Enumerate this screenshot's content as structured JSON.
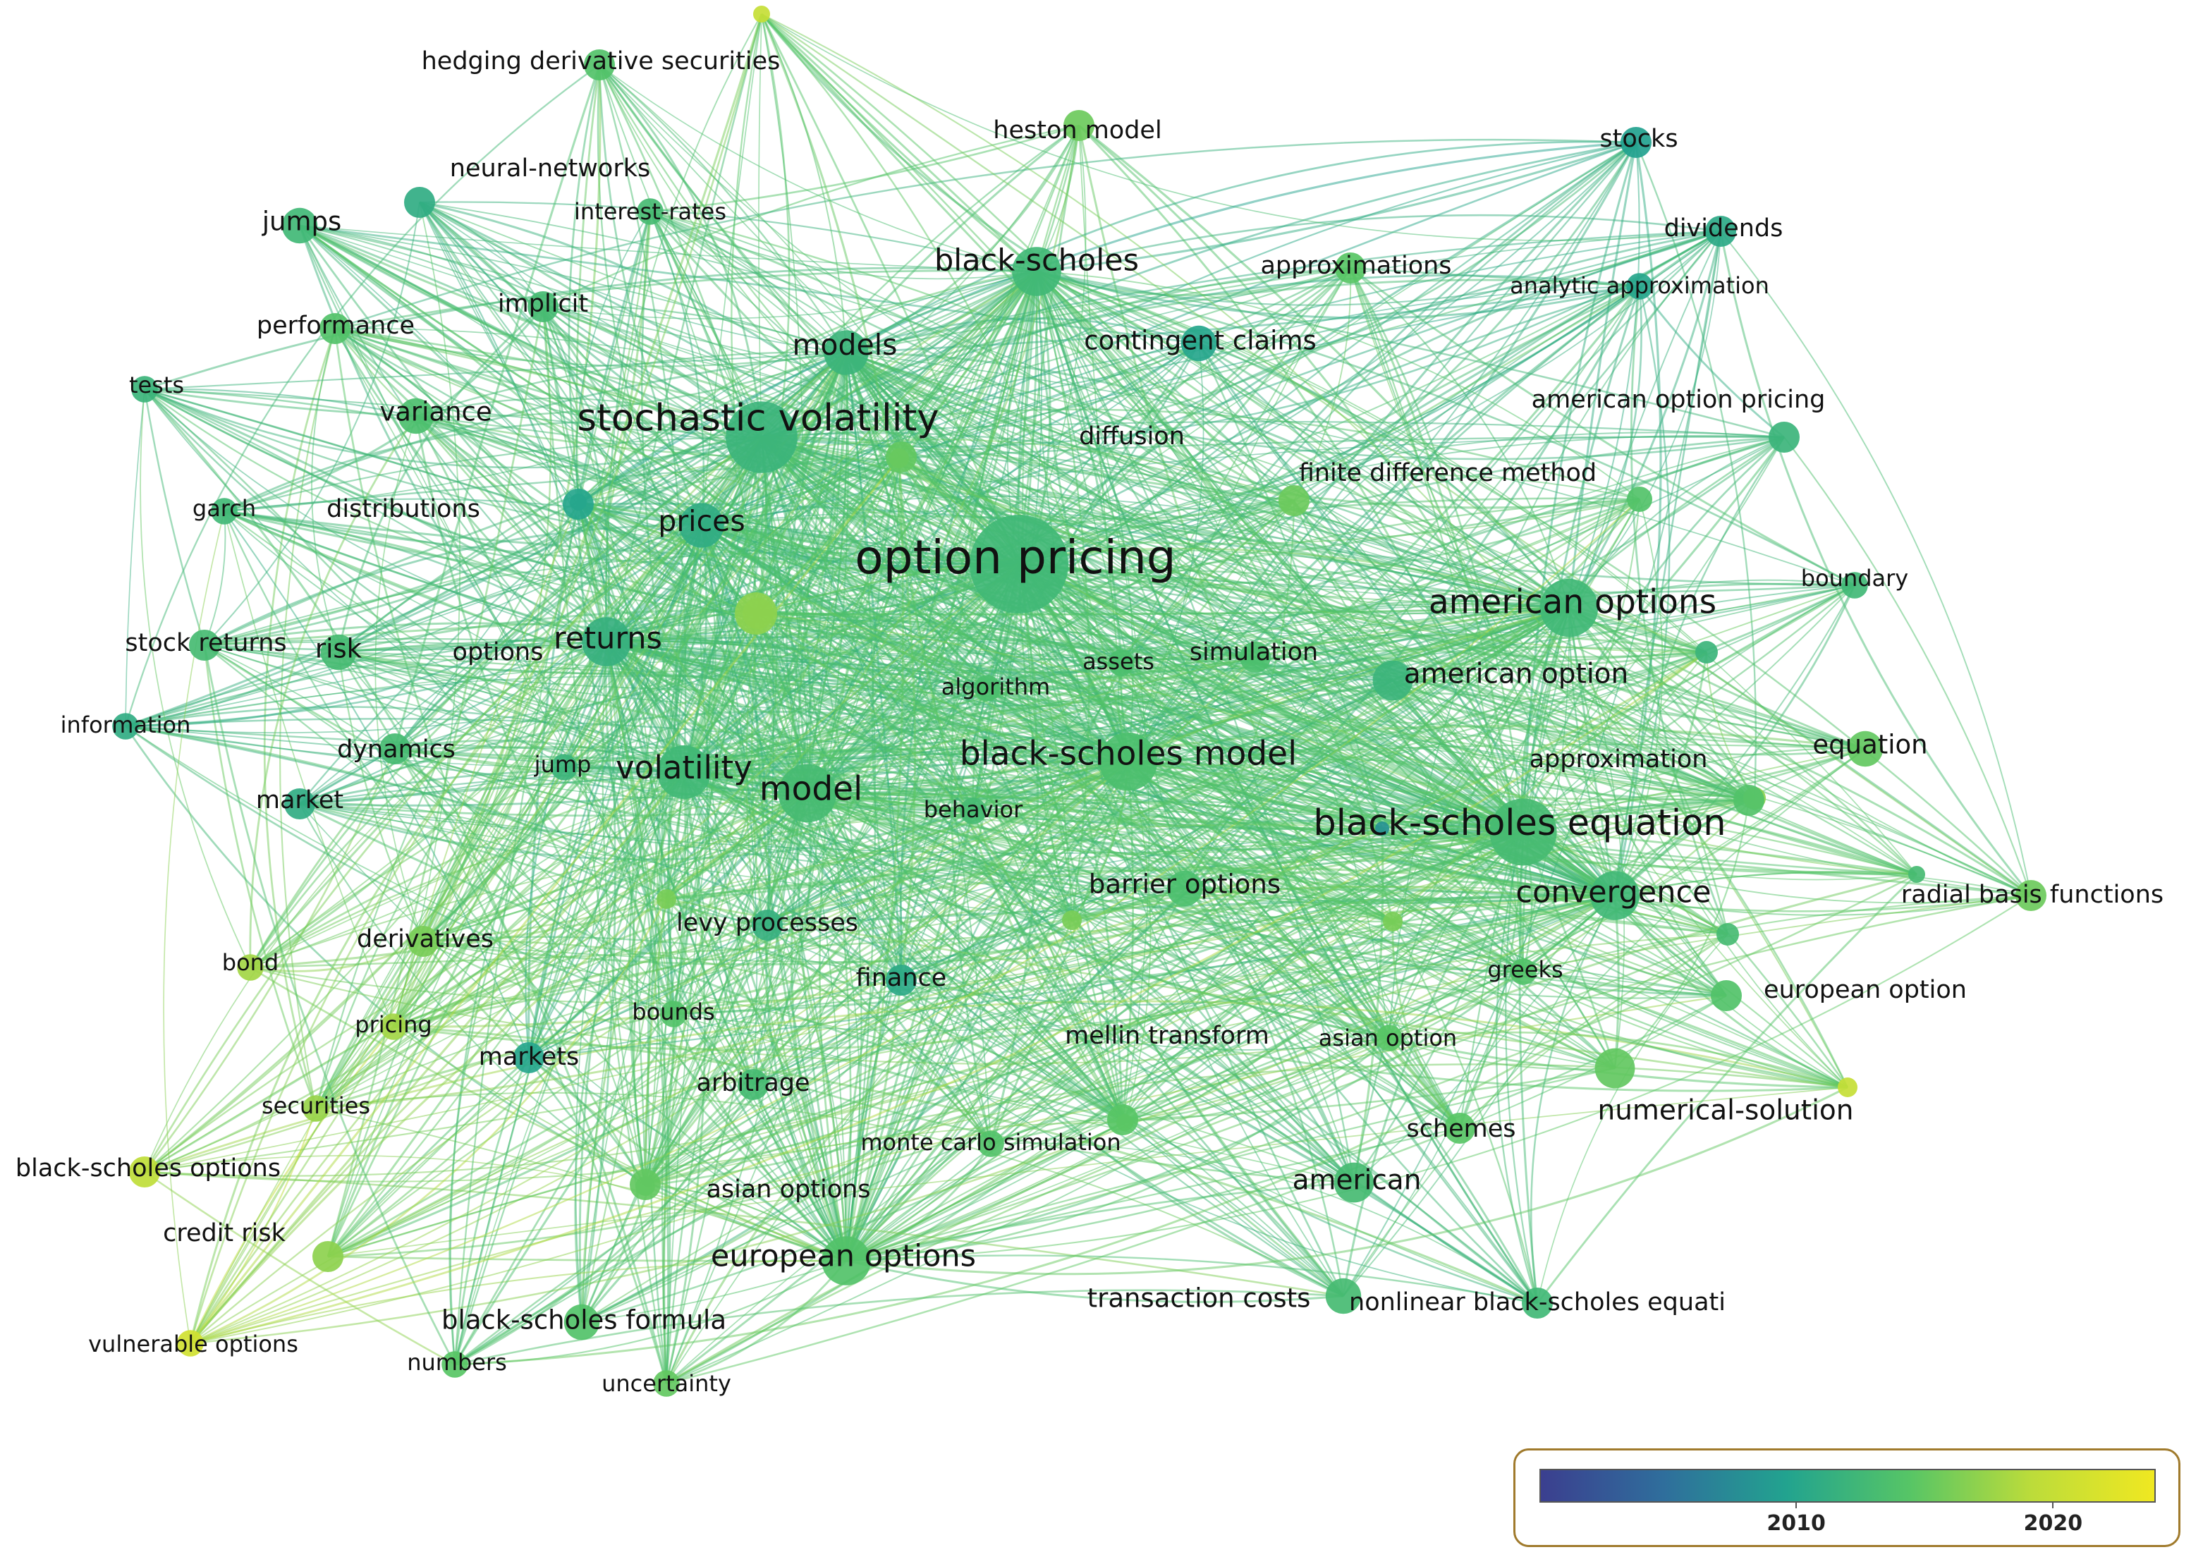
{
  "colorscale": {
    "stops": [
      "#3b3f8f",
      "#2f6e9c",
      "#22a38f",
      "#56c566",
      "#bcdc3a",
      "#f0e821"
    ],
    "tick_labels": [
      "2010",
      "2020"
    ],
    "tick_values": [
      2010,
      2020
    ],
    "range": [
      2000,
      2024
    ]
  },
  "nodes": [
    {
      "id": "option pricing",
      "label": "option pricing",
      "weight": 10,
      "year": 2012.5
    },
    {
      "id": "stochastic volatility",
      "label": "stochastic volatility",
      "weight": 7,
      "year": 2012.0
    },
    {
      "id": "black-scholes equation",
      "label": "black-scholes equation",
      "weight": 6.5,
      "year": 2013.0
    },
    {
      "id": "american options",
      "label": "american options",
      "weight": 5.5,
      "year": 2012.5
    },
    {
      "id": "black-scholes model",
      "label": "black-scholes model",
      "weight": 5.5,
      "year": 2013.5
    },
    {
      "id": "model",
      "label": "model",
      "weight": 5.5,
      "year": 2013.0
    },
    {
      "id": "volatility",
      "label": "volatility",
      "weight": 5,
      "year": 2012.5
    },
    {
      "id": "returns",
      "label": "returns",
      "weight": 4.5,
      "year": 2011.5
    },
    {
      "id": "black-scholes",
      "label": "black-scholes",
      "weight": 4.5,
      "year": 2012.5
    },
    {
      "id": "european options",
      "label": "european options",
      "weight": 4.5,
      "year": 2014.0
    },
    {
      "id": "convergence",
      "label": "convergence",
      "weight": 4.5,
      "year": 2012.5
    },
    {
      "id": "models",
      "label": "models",
      "weight": 4,
      "year": 2012.0
    },
    {
      "id": "prices",
      "label": "prices",
      "weight": 4,
      "year": 2011.0
    },
    {
      "id": "american option",
      "label": "american option",
      "weight": 3.5,
      "year": 2012.0
    },
    {
      "id": "american",
      "label": "american",
      "weight": 3.5,
      "year": 2013.0
    },
    {
      "id": "numerical-solution",
      "label": "numerical-solution",
      "weight": 3.5,
      "year": 2015.0
    },
    {
      "id": "hedging derivative securities",
      "label": "hedging derivative securities",
      "weight": 2.5,
      "year": 2014.0
    },
    {
      "id": "heston model",
      "label": "heston model",
      "weight": 2.5,
      "year": 2015.5
    },
    {
      "id": "stocks",
      "label": "stocks",
      "weight": 2.5,
      "year": 2009.5
    },
    {
      "id": "neural-networks",
      "label": "neural-networks",
      "weight": 2.5,
      "year": 2011.0
    },
    {
      "id": "interest-rates",
      "label": "interest-rates",
      "weight": 2,
      "year": 2013.0
    },
    {
      "id": "jumps",
      "label": "jumps",
      "weight": 3,
      "year": 2012.5
    },
    {
      "id": "dividends",
      "label": "dividends",
      "weight": 2.5,
      "year": 2010.5
    },
    {
      "id": "approximations",
      "label": "approximations",
      "weight": 2.5,
      "year": 2014.5
    },
    {
      "id": "analytic approximation",
      "label": "analytic approximation",
      "weight": 2,
      "year": 2010.0
    },
    {
      "id": "implicit",
      "label": "implicit",
      "weight": 2.5,
      "year": 2013.0
    },
    {
      "id": "performance",
      "label": "performance",
      "weight": 2.5,
      "year": 2014.0
    },
    {
      "id": "contingent claims",
      "label": "contingent claims",
      "weight": 3,
      "year": 2010.0
    },
    {
      "id": "tests",
      "label": "tests",
      "weight": 2,
      "year": 2012.0
    },
    {
      "id": "variance",
      "label": "variance",
      "weight": 3,
      "year": 2013.5
    },
    {
      "id": "american option pricing",
      "label": "american option pricing",
      "weight": 2.5,
      "year": 2012.0
    },
    {
      "id": "diffusion",
      "label": "diffusion",
      "weight": 2.5,
      "year": 2015.0
    },
    {
      "id": "finite difference method",
      "label": "finite difference method",
      "weight": 2.5,
      "year": 2015.5
    },
    {
      "id": "garch",
      "label": "garch",
      "weight": 2,
      "year": 2012.5
    },
    {
      "id": "distributions",
      "label": "distributions",
      "weight": 2.5,
      "year": 2010.0
    },
    {
      "id": "boundary",
      "label": "boundary",
      "weight": 2,
      "year": 2012.5
    },
    {
      "id": "stock returns",
      "label": "stock returns",
      "weight": 2.5,
      "year": 2013.0
    },
    {
      "id": "risk",
      "label": "risk",
      "weight": 3,
      "year": 2013.0
    },
    {
      "id": "options",
      "label": "options",
      "weight": 2.5,
      "year": 2016.5
    },
    {
      "id": "simulation",
      "label": "simulation",
      "weight": 2.5,
      "year": 2013.5
    },
    {
      "id": "assets",
      "label": "assets",
      "weight": 2,
      "year": 2013.5
    },
    {
      "id": "algorithm",
      "label": "algorithm",
      "weight": 2,
      "year": 2013.5
    },
    {
      "id": "information",
      "label": "information",
      "weight": 2,
      "year": 2011.0
    },
    {
      "id": "dynamics",
      "label": "dynamics",
      "weight": 2.5,
      "year": 2013.0
    },
    {
      "id": "equation",
      "label": "equation",
      "weight": 3,
      "year": 2015.0
    },
    {
      "id": "jump",
      "label": "jump",
      "weight": 2,
      "year": 2012.0
    },
    {
      "id": "approximation",
      "label": "approximation",
      "weight": 2.5,
      "year": 2014.0
    },
    {
      "id": "market",
      "label": "market",
      "weight": 2.5,
      "year": 2011.0
    },
    {
      "id": "behavior",
      "label": "behavior",
      "weight": 2,
      "year": 2013.0
    },
    {
      "id": "barrier options",
      "label": "barrier options",
      "weight": 3,
      "year": 2013.5
    },
    {
      "id": "radial basis functions",
      "label": "radial basis functions",
      "weight": 2.5,
      "year": 2015.5
    },
    {
      "id": "derivatives",
      "label": "derivatives",
      "weight": 2.5,
      "year": 2016.0
    },
    {
      "id": "levy processes",
      "label": "levy processes",
      "weight": 2.5,
      "year": 2011.5
    },
    {
      "id": "bond",
      "label": "bond",
      "weight": 2,
      "year": 2018.0
    },
    {
      "id": "finance",
      "label": "finance",
      "weight": 2.5,
      "year": 2010.5
    },
    {
      "id": "greeks",
      "label": "greeks",
      "weight": 2,
      "year": 2014.0
    },
    {
      "id": "european option",
      "label": "european option",
      "weight": 2.5,
      "year": 2014.0
    },
    {
      "id": "pricing",
      "label": "pricing",
      "weight": 2,
      "year": 2018.0
    },
    {
      "id": "bounds",
      "label": "bounds",
      "weight": 2,
      "year": 2014.0
    },
    {
      "id": "mellin transform",
      "label": "mellin transform",
      "weight": 2.5,
      "year": 2014.5
    },
    {
      "id": "asian option",
      "label": "asian option",
      "weight": 2,
      "year": 2014.5
    },
    {
      "id": "markets",
      "label": "markets",
      "weight": 2.5,
      "year": 2010.0
    },
    {
      "id": "securities",
      "label": "securities",
      "weight": 2,
      "year": 2017.5
    },
    {
      "id": "arbitrage",
      "label": "arbitrage",
      "weight": 2.5,
      "year": 2013.0
    },
    {
      "id": "schemes",
      "label": "schemes",
      "weight": 2.5,
      "year": 2014.5
    },
    {
      "id": "monte carlo simulation",
      "label": "monte carlo simulation",
      "weight": 2,
      "year": 2014.0
    },
    {
      "id": "black-scholes options",
      "label": "black-scholes options",
      "weight": 2.5,
      "year": 2019.5
    },
    {
      "id": "asian options",
      "label": "asian options",
      "weight": 2.5,
      "year": 2015.0
    },
    {
      "id": "credit risk",
      "label": "credit risk",
      "weight": 2.5,
      "year": 2017.0
    },
    {
      "id": "transaction costs",
      "label": "transaction costs",
      "weight": 3,
      "year": 2013.0
    },
    {
      "id": "nonlinear black-scholes equati",
      "label": "nonlinear black-scholes equati",
      "weight": 2.5,
      "year": 2012.5
    },
    {
      "id": "black-scholes formula",
      "label": "black-scholes formula",
      "weight": 3,
      "year": 2014.0
    },
    {
      "id": "vulnerable options",
      "label": "vulnerable options",
      "weight": 2,
      "year": 2021.0
    },
    {
      "id": "numbers",
      "label": "numbers",
      "weight": 2,
      "year": 2014.5
    },
    {
      "id": "uncertainty",
      "label": "uncertainty",
      "weight": 2,
      "year": 2015.0
    }
  ]
}
